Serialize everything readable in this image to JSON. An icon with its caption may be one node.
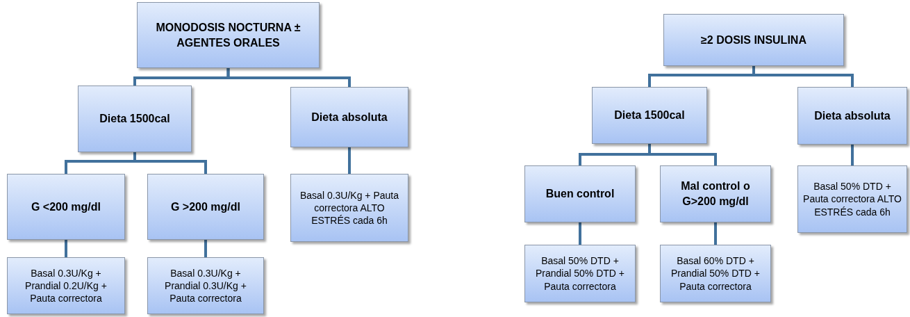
{
  "diagram": {
    "nodes": [
      {
        "text": [
          "MONODOSIS NOCTURNA ± AGENTES ORALES"
        ]
      },
      {
        "text": [
          "Dieta 1500cal"
        ]
      },
      {
        "text": [
          "Dieta absoluta"
        ]
      },
      {
        "text": [
          "G <200 mg/dl"
        ]
      },
      {
        "text": [
          "G >200 mg/dl"
        ]
      },
      {
        "text": [
          "Basal 0.3U/Kg + Pauta correctora ALTO ESTRÉS cada 6h"
        ]
      },
      {
        "text": [
          "Basal 0.3U/Kg + Prandial 0.2U/Kg + Pauta correctora"
        ]
      },
      {
        "text": [
          "Basal 0.3U/Kg + Prandial 0.3U/Kg + Pauta correctora"
        ]
      },
      {
        "text": [
          "≥2 DOSIS INSULINA"
        ]
      },
      {
        "text": [
          "Dieta 1500cal"
        ]
      },
      {
        "text": [
          "Dieta absoluta"
        ]
      },
      {
        "text": [
          "Buen control"
        ]
      },
      {
        "text": [
          "Mal control o G>200 mg/dl"
        ]
      },
      {
        "text": [
          "Basal 50% DTD + Pauta correctora ALTO ESTRÉS cada 6h"
        ]
      },
      {
        "text": [
          "Basal 50% DTD + Prandial 50% DTD + Pauta correctora"
        ]
      },
      {
        "text": [
          "Basal 60% DTD + Prandial 50% DTD + Pauta correctora"
        ]
      }
    ],
    "edges": [
      {
        "from": 0,
        "to": 1,
        "arrow": "none"
      },
      {
        "from": 0,
        "to": 2,
        "arrow": "none"
      },
      {
        "from": 1,
        "to": 3,
        "arrow": "none"
      },
      {
        "from": 1,
        "to": 4,
        "arrow": "none"
      },
      {
        "from": 2,
        "to": 5,
        "arrow": "none"
      },
      {
        "from": 3,
        "to": 6,
        "arrow": "none"
      },
      {
        "from": 4,
        "to": 7,
        "arrow": "none"
      },
      {
        "from": 8,
        "to": 9,
        "arrow": "none"
      },
      {
        "from": 8,
        "to": 10,
        "arrow": "none"
      },
      {
        "from": 9,
        "to": 11,
        "arrow": "none"
      },
      {
        "from": 9,
        "to": 12,
        "arrow": "none"
      },
      {
        "from": 10,
        "to": 13,
        "arrow": "none"
      },
      {
        "from": 11,
        "to": 14,
        "arrow": "none"
      },
      {
        "from": 12,
        "to": 15,
        "arrow": "none"
      }
    ]
  }
}
